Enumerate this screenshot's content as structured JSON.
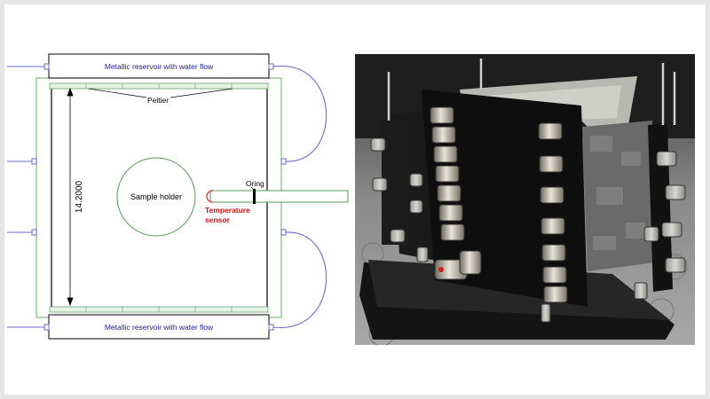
{
  "diagram": {
    "top_reservoir_label": "Metallic reservoir with water flow",
    "bottom_reservoir_label": "Metallic reservoir with water flow",
    "peltier_label": "Peltier",
    "sample_holder_label": "Sample holder",
    "oring_label": "Oring",
    "temperature_sensor_label_line1": "Temperature",
    "temperature_sensor_label_line2": "sensor",
    "dimension_label": "14.2000"
  },
  "colors": {
    "reservoir_text": "#1a1aa0",
    "sensor_text": "#d01010",
    "tube": "#6a6ad0",
    "frame_green": "#7fbf7f",
    "circle": "#5a9a5a",
    "sensor_tip": "#e04040"
  },
  "photo": {
    "subject": "photograph of black metal chamber with brass water fittings on a black base plate"
  }
}
